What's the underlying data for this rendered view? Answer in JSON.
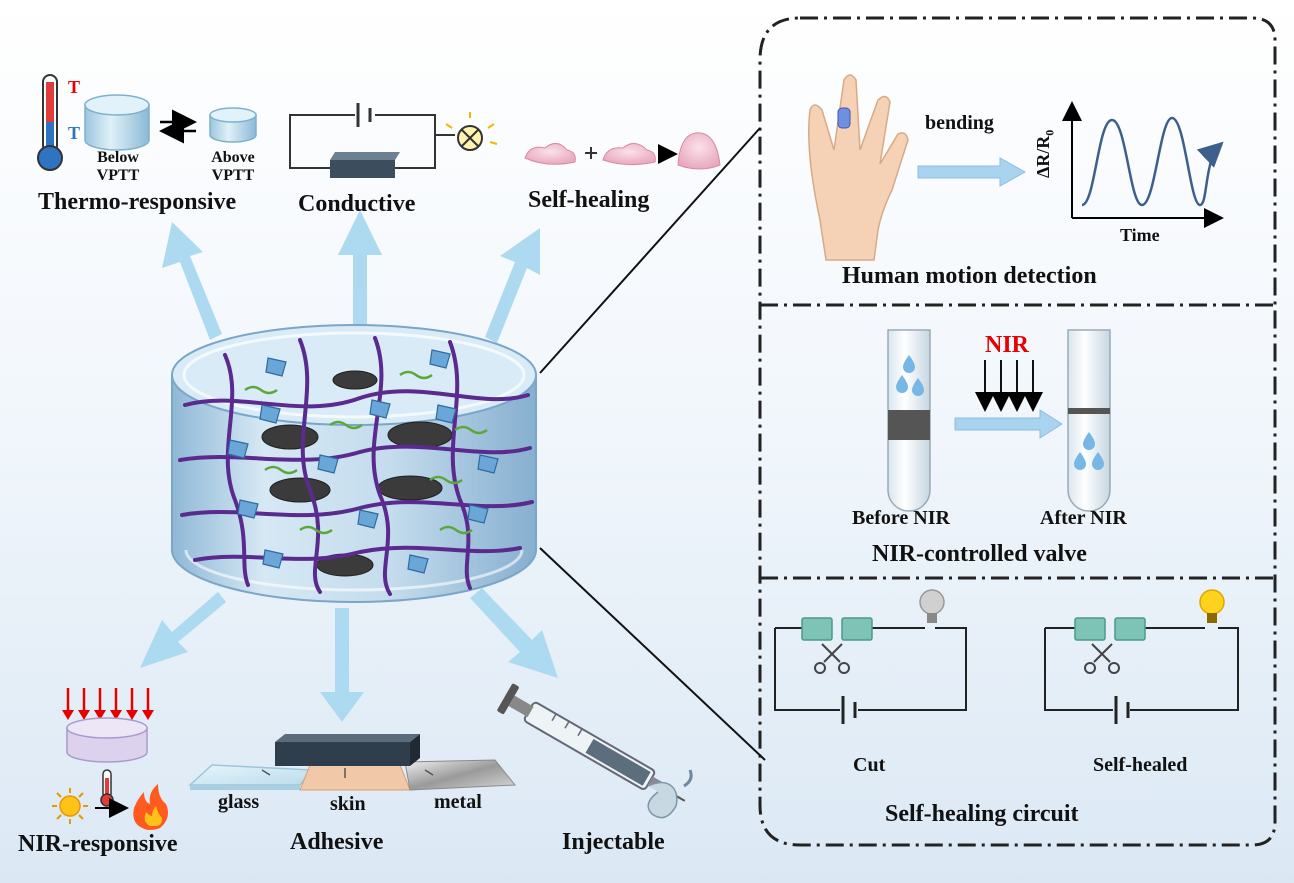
{
  "features": {
    "thermo": {
      "thermometer_high": "T",
      "thermometer_low": "T",
      "below_line1": "Below",
      "below_line2": "VPTT",
      "above_line1": "Above",
      "above_line2": "VPTT",
      "title": "Thermo-responsive"
    },
    "conductive": {
      "title": "Conductive"
    },
    "self_healing": {
      "title": "Self-healing"
    },
    "nir_responsive": {
      "title": "NIR-responsive"
    },
    "adhesive": {
      "title": "Adhesive",
      "substrates": [
        "glass",
        "skin",
        "metal"
      ]
    },
    "injectable": {
      "title": "Injectable"
    }
  },
  "applications": {
    "motion": {
      "title": "Human motion detection",
      "action": "bending",
      "y_axis": "ΔR/R",
      "y_axis_sub": "0",
      "x_axis": "Time"
    },
    "valve": {
      "title": "NIR-controlled valve",
      "stimulus": "NIR",
      "before": "Before NIR",
      "after": "After NIR"
    },
    "circuit": {
      "title": "Self-healing circuit",
      "cut": "Cut",
      "healed": "Self-healed"
    }
  },
  "colors": {
    "arrow": "#a9d8ef",
    "network": "#5b2a8f",
    "nir_red": "#e60000",
    "panel_border": "#222222"
  }
}
